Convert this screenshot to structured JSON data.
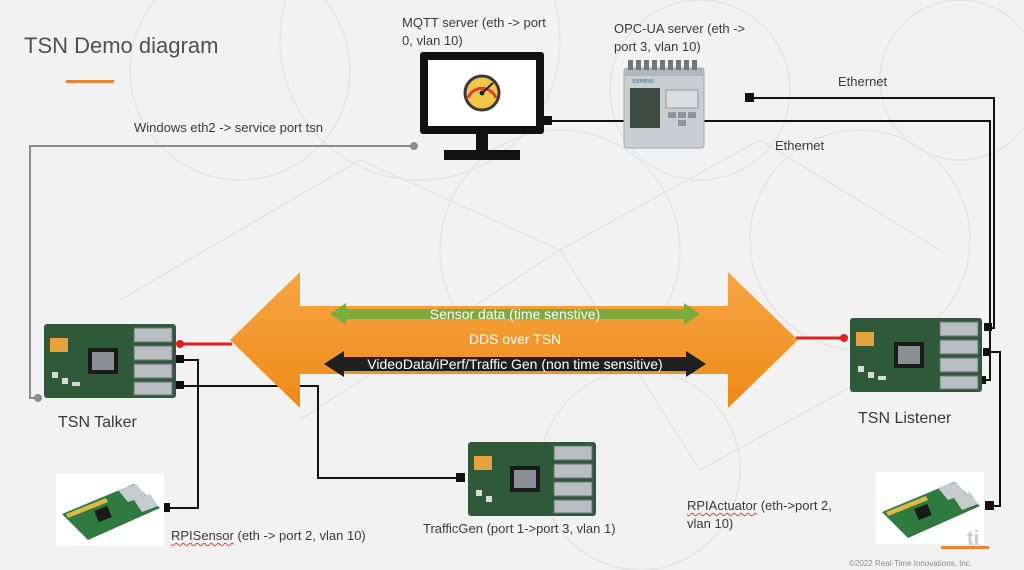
{
  "title": "TSN Demo diagram",
  "labels": {
    "mqtt_line1": "MQTT server (eth -> port",
    "mqtt_line2": "0, vlan 10)",
    "opcua_line1": "OPC-UA server (eth ->",
    "opcua_line2": "port 3, vlan 10)",
    "ethernet_top": "Ethernet",
    "ethernet_mid": "Ethernet",
    "windows_eth2": "Windows eth2 -> service port tsn",
    "sensor_data": "Sensor data (time senstive)",
    "dds_over_tsn": "DDS over TSN",
    "video_data": "VideoData/iPerf/Traffic Gen (non time sensitive)",
    "tsn_talker": "TSN Talker",
    "tsn_listener": "TSN Listener",
    "rpisensor_name": "RPISensor",
    "rpisensor_rest": " (eth -> port 2, vlan 10)",
    "trafficgen": "TrafficGen (port 1->port 3, vlan 1)",
    "rpiactuator_name": "RPIActuator",
    "rpiactuator_rest": " (eth->port 2,",
    "rpiactuator_line2": "vlan 10)",
    "watermark": "ti",
    "copyright": "©2022 Real-Time Innovations, Inc."
  },
  "colors": {
    "accent_orange": "#e8833a",
    "arrow_orange": "#f29222",
    "green_arrow": "#7bab3f",
    "dark_arrow": "#1f1f1f",
    "red_link": "#e01f1f",
    "wire_black": "#111111",
    "wire_gray": "#8c8c8c",
    "board_green": "#2e5a3a",
    "plc_gray": "#c9ced3"
  },
  "icons": [
    "monitor-gauge-icon",
    "plc-module-icon",
    "tsn-switch-board-icon",
    "raspberry-pi-board-icon"
  ]
}
